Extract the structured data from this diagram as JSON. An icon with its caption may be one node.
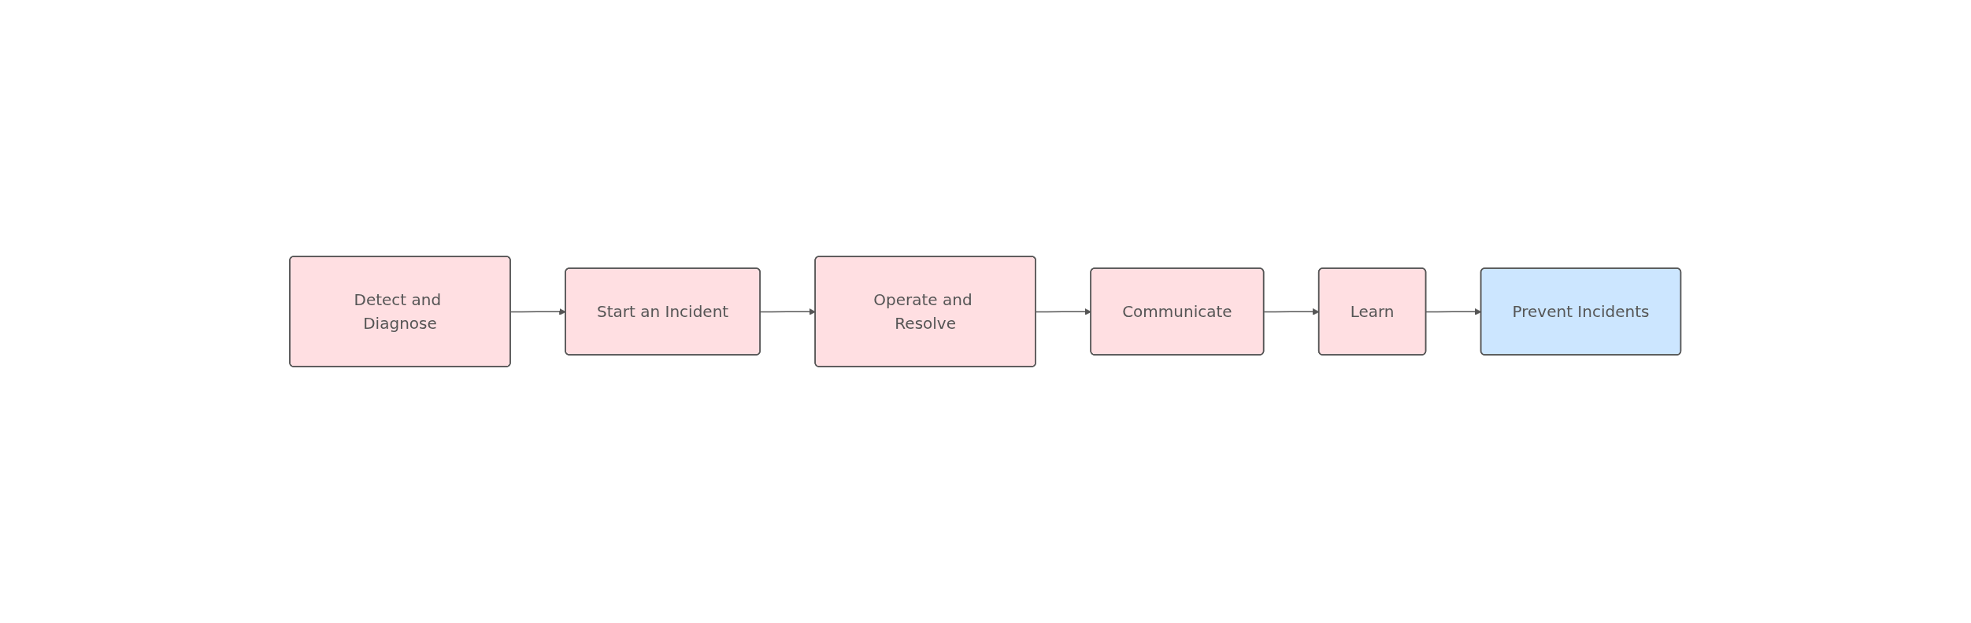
{
  "diagram": {
    "nodes": [
      {
        "text": [
          "Detect and Diagnose"
        ]
      },
      {
        "text": [
          "Start an Incident"
        ]
      },
      {
        "text": [
          "Operate and Resolve"
        ]
      },
      {
        "text": [
          "Communicate"
        ]
      },
      {
        "text": [
          "Learn"
        ]
      },
      {
        "text": [
          "Prevent Incidents"
        ]
      }
    ],
    "edges": [
      {
        "from": 0,
        "to": 1,
        "arrow": "to"
      },
      {
        "from": 1,
        "to": 2,
        "arrow": "to"
      },
      {
        "from": 2,
        "to": 3,
        "arrow": "to"
      },
      {
        "from": 3,
        "to": 4,
        "arrow": "to"
      },
      {
        "from": 4,
        "to": 5,
        "arrow": "to"
      }
    ]
  }
}
